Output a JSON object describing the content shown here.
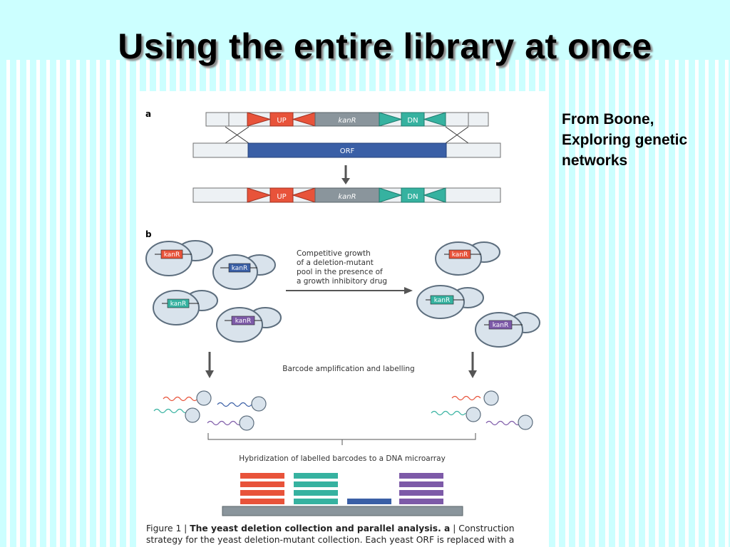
{
  "slide": {
    "title": "Using the entire library at once",
    "source_lines": [
      "From Boone,",
      "Exploring genetic",
      "networks"
    ]
  },
  "figure": {
    "panel_a": "a",
    "panel_b": "b",
    "up_label": "UP",
    "kanr_label": "kanR",
    "dn_label": "DN",
    "orf_label": "ORF",
    "cell_marker": "kanR",
    "growth_text": [
      "Competitive growth",
      "of a deletion-mutant",
      "pool in the presence of",
      "a growth inhibitory drug"
    ],
    "amplification_text": "Barcode amplification and labelling",
    "hybridization_text": "Hybridization of labelled barcodes to a DNA microarray",
    "caption_prefix": "Figure 1 | ",
    "caption_bold": "The yeast deletion collection and parallel analysis. a",
    "caption_rest": " | Construction strategy for the yeast deletion-mutant collection. Each yeast ORF is replaced with a",
    "colors": {
      "red": "#e8533a",
      "teal": "#36b2a0",
      "blue": "#3a5fa6",
      "purple": "#7d5aa8",
      "gray": "#8a959c",
      "cell_fill": "#d9e3ec",
      "cell_stroke": "#5d6e7e"
    }
  }
}
